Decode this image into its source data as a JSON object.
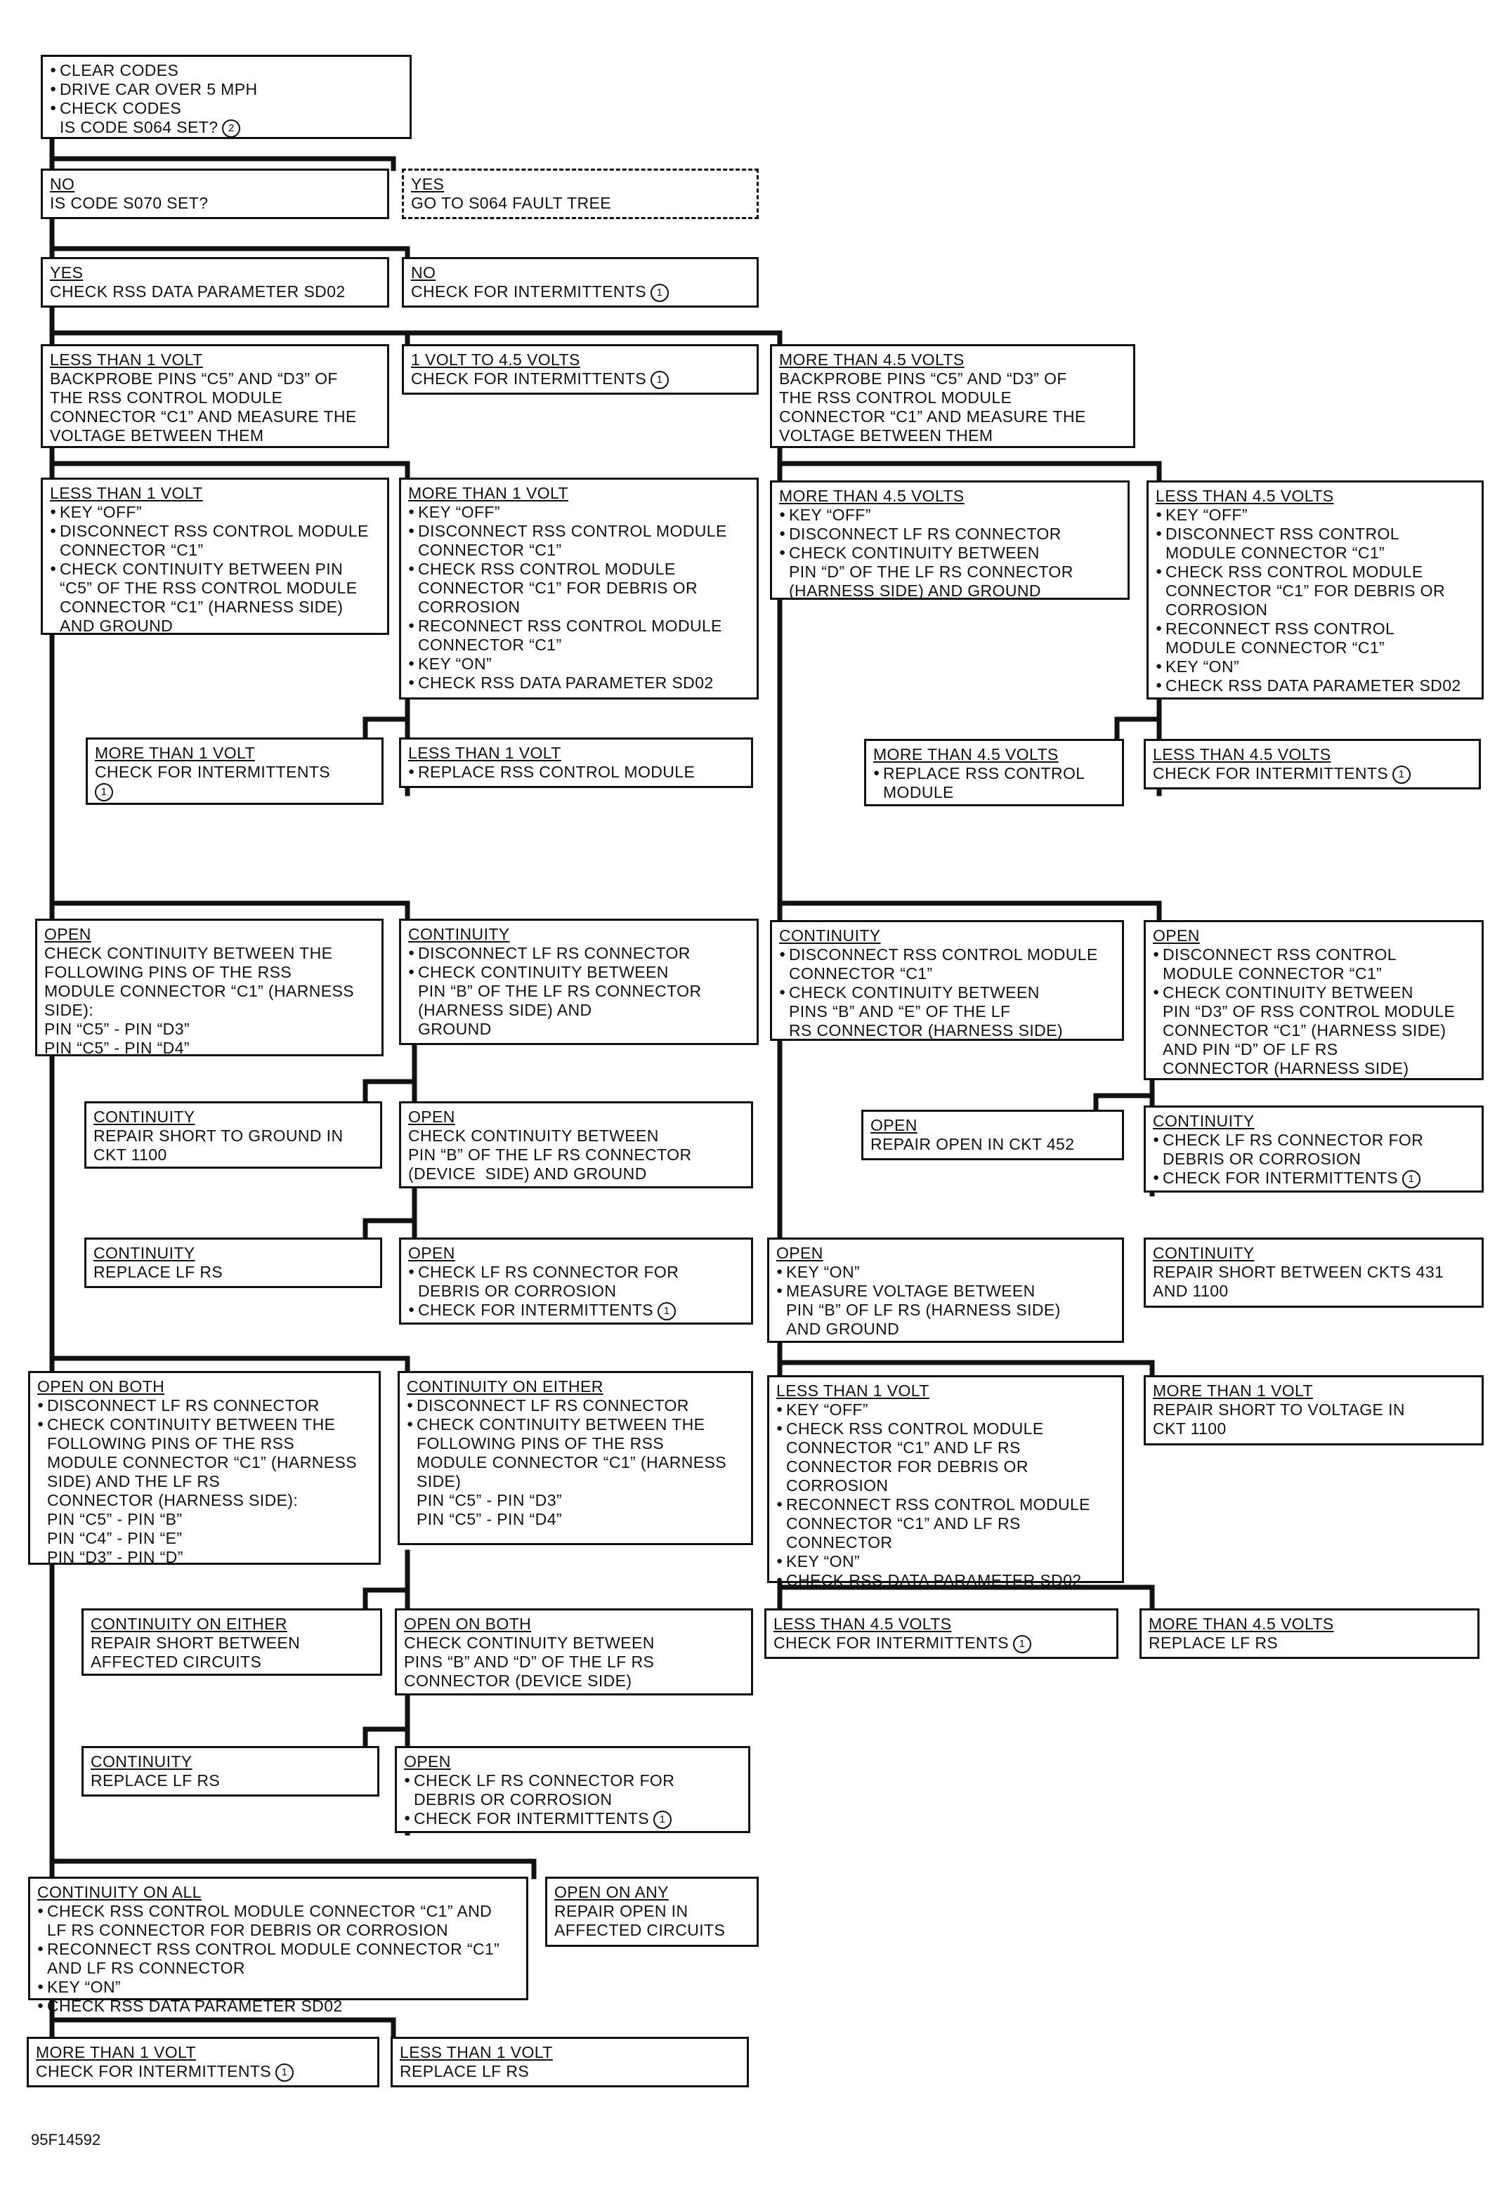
{
  "boxes": {
    "b1": {
      "bul": [
        "CLEAR CODES",
        "DRIVE CAR OVER 5 MPH",
        "CHECK CODES"
      ],
      "tail": "IS CODE S064 SET?",
      "tail_ref": "2"
    },
    "b2": {
      "hd": "NO",
      "lines": [
        "IS CODE S070 SET?"
      ]
    },
    "b3": {
      "hd": "YES",
      "lines": [
        "GO TO S064 FAULT TREE"
      ]
    },
    "b4": {
      "hd": "YES",
      "lines": [
        "CHECK RSS DATA PARAMETER SD02"
      ]
    },
    "b5": {
      "hd": "NO",
      "lines": [
        "CHECK FOR INTERMITTENTS"
      ],
      "ref": "1"
    },
    "b6": {
      "hd": "LESS THAN 1 VOLT",
      "lines": [
        "BACKPROBE PINS “C5” AND “D3” OF",
        "THE RSS CONTROL MODULE",
        "CONNECTOR “C1” AND MEASURE THE",
        "VOLTAGE BETWEEN THEM"
      ]
    },
    "b7": {
      "hd": "1 VOLT TO 4.5 VOLTS",
      "lines": [
        "CHECK FOR INTERMITTENTS"
      ],
      "ref": "1"
    },
    "b8": {
      "hd": "MORE THAN 4.5 VOLTS",
      "lines": [
        "BACKPROBE PINS “C5” AND “D3” OF",
        "THE RSS CONTROL MODULE",
        "CONNECTOR “C1” AND MEASURE THE",
        "VOLTAGE BETWEEN THEM"
      ]
    },
    "b9": {
      "hd": "LESS THAN 1 VOLT",
      "bul": [
        "KEY “OFF”",
        "DISCONNECT RSS CONTROL MODULE\nCONNECTOR “C1”",
        "CHECK CONTINUITY BETWEEN PIN\n“C5” OF THE RSS CONTROL MODULE\nCONNECTOR “C1” (HARNESS SIDE)\nAND GROUND"
      ]
    },
    "b10": {
      "hd": "MORE THAN 1 VOLT",
      "bul": [
        "KEY “OFF”",
        "DISCONNECT RSS CONTROL MODULE\nCONNECTOR “C1”",
        "CHECK RSS CONTROL MODULE\nCONNECTOR “C1” FOR DEBRIS OR\nCORROSION",
        "RECONNECT RSS CONTROL MODULE\nCONNECTOR “C1”",
        "KEY “ON”",
        "CHECK RSS DATA PARAMETER SD02"
      ]
    },
    "b11": {
      "hd": "MORE THAN 4.5 VOLTS",
      "bul": [
        "KEY “OFF”",
        "DISCONNECT LF RS CONNECTOR",
        "CHECK CONTINUITY BETWEEN\nPIN “D” OF THE LF RS CONNECTOR\n(HARNESS SIDE) AND GROUND"
      ]
    },
    "b12": {
      "hd": "LESS THAN 4.5 VOLTS",
      "bul": [
        "KEY “OFF”",
        "DISCONNECT RSS CONTROL\nMODULE CONNECTOR “C1”",
        "CHECK RSS CONTROL MODULE\nCONNECTOR “C1” FOR DEBRIS OR\nCORROSION",
        "RECONNECT RSS CONTROL\nMODULE CONNECTOR “C1”",
        "KEY “ON”",
        "CHECK RSS DATA PARAMETER SD02"
      ]
    },
    "b13": {
      "hd": "MORE THAN 1 VOLT",
      "lines": [
        "CHECK FOR INTERMITTENTS"
      ],
      "ref": "1"
    },
    "b14": {
      "hd": "LESS THAN 1 VOLT",
      "bul": [
        "REPLACE RSS CONTROL MODULE"
      ]
    },
    "b15": {
      "hd": "MORE THAN 4.5 VOLTS",
      "bul": [
        "REPLACE RSS CONTROL\nMODULE"
      ]
    },
    "b16": {
      "hd": "LESS THAN 4.5 VOLTS",
      "lines": [
        "CHECK FOR INTERMITTENTS"
      ],
      "ref": "1"
    },
    "b17": {
      "hd": "OPEN",
      "lines": [
        "CHECK CONTINUITY BETWEEN THE",
        "FOLLOWING PINS OF THE RSS",
        "MODULE CONNECTOR “C1” (HARNESS",
        "SIDE):",
        "PIN “C5” - PIN “D3”",
        "PIN “C5” - PIN “D4”"
      ]
    },
    "b18": {
      "hd": "CONTINUITY",
      "bul": [
        "DISCONNECT LF RS CONNECTOR",
        "CHECK CONTINUITY BETWEEN\nPIN “B” OF THE LF RS CONNECTOR\n(HARNESS SIDE) AND\nGROUND"
      ]
    },
    "b19": {
      "hd": "CONTINUITY",
      "bul": [
        "DISCONNECT RSS CONTROL MODULE\nCONNECTOR “C1”",
        "CHECK CONTINUITY BETWEEN\nPINS “B” AND “E” OF THE LF\nRS CONNECTOR (HARNESS SIDE)"
      ]
    },
    "b20": {
      "hd": "OPEN",
      "bul": [
        "DISCONNECT RSS CONTROL\nMODULE CONNECTOR “C1”",
        "CHECK CONTINUITY BETWEEN\nPIN “D3” OF RSS CONTROL MODULE\nCONNECTOR “C1” (HARNESS SIDE)\nAND PIN “D” OF LF RS\nCONNECTOR (HARNESS SIDE)"
      ]
    },
    "b21": {
      "hd": "CONTINUITY",
      "lines": [
        "REPAIR SHORT TO GROUND IN",
        "CKT 1100"
      ]
    },
    "b22": {
      "hd": "OPEN",
      "lines": [
        "CHECK CONTINUITY BETWEEN",
        "PIN “B” OF THE LF RS CONNECTOR",
        "(DEVICE  SIDE) AND GROUND"
      ]
    },
    "b23": {
      "hd": "OPEN",
      "lines": [
        "REPAIR OPEN IN CKT 452"
      ]
    },
    "b24": {
      "hd": "CONTINUITY",
      "bul": [
        "CHECK LF RS CONNECTOR FOR\nDEBRIS OR CORROSION",
        "CHECK FOR INTERMITTENTS"
      ],
      "bul_ref": "1"
    },
    "b25": {
      "hd": "CONTINUITY",
      "lines": [
        "REPLACE LF RS"
      ]
    },
    "b26": {
      "hd": "OPEN",
      "bul": [
        "CHECK LF RS CONNECTOR FOR\nDEBRIS OR CORROSION",
        "CHECK FOR INTERMITTENTS"
      ],
      "bul_ref": "1"
    },
    "b27": {
      "hd": "OPEN",
      "bul": [
        "KEY “ON”",
        "MEASURE VOLTAGE BETWEEN\nPIN “B” OF LF RS (HARNESS SIDE)\nAND GROUND"
      ]
    },
    "b28": {
      "hd": "CONTINUITY",
      "lines": [
        "REPAIR SHORT BETWEEN CKTS 431",
        "AND 1100"
      ]
    },
    "b29": {
      "hd": "OPEN ON BOTH",
      "bul": [
        "DISCONNECT LF RS CONNECTOR",
        "CHECK CONTINUITY BETWEEN THE\nFOLLOWING PINS OF THE RSS\nMODULE CONNECTOR “C1” (HARNESS\nSIDE) AND THE LF RS\nCONNECTOR (HARNESS SIDE):\nPIN “C5” - PIN “B”\nPIN “C4” - PIN “E”\nPIN “D3” - PIN “D”"
      ]
    },
    "b30": {
      "hd": "CONTINUITY ON EITHER",
      "bul": [
        "DISCONNECT LF RS CONNECTOR",
        "CHECK CONTINUITY BETWEEN THE\nFOLLOWING PINS OF THE RSS\nMODULE CONNECTOR “C1” (HARNESS\nSIDE)\nPIN “C5” - PIN “D3”\nPIN “C5” - PIN “D4”"
      ]
    },
    "b31": {
      "hd": "LESS THAN 1 VOLT",
      "bul": [
        "KEY “OFF”",
        "CHECK RSS CONTROL MODULE\nCONNECTOR “C1” AND LF RS\nCONNECTOR FOR DEBRIS OR\nCORROSION",
        "RECONNECT RSS CONTROL MODULE\nCONNECTOR “C1” AND LF RS\nCONNECTOR",
        "KEY “ON”",
        "CHECK RSS DATA PARAMETER SD02"
      ]
    },
    "b32": {
      "hd": "MORE THAN 1 VOLT",
      "lines": [
        "REPAIR SHORT TO VOLTAGE IN",
        "CKT 1100"
      ]
    },
    "b33": {
      "hd": "CONTINUITY ON EITHER",
      "lines": [
        "REPAIR SHORT BETWEEN",
        "AFFECTED CIRCUITS"
      ]
    },
    "b34": {
      "hd": "OPEN ON BOTH",
      "lines": [
        "CHECK CONTINUITY BETWEEN",
        "PINS “B” AND “D” OF THE LF RS",
        "CONNECTOR (DEVICE SIDE)"
      ]
    },
    "b35": {
      "hd": "LESS THAN 4.5 VOLTS",
      "lines": [
        "CHECK FOR INTERMITTENTS"
      ],
      "ref": "1"
    },
    "b36": {
      "hd": "MORE THAN 4.5 VOLTS",
      "lines": [
        "REPLACE LF RS"
      ]
    },
    "b37": {
      "hd": "CONTINUITY",
      "lines": [
        "REPLACE LF RS"
      ]
    },
    "b38": {
      "hd": "OPEN",
      "bul": [
        "CHECK LF RS CONNECTOR FOR\nDEBRIS OR CORROSION",
        "CHECK FOR INTERMITTENTS"
      ],
      "bul_ref": "1"
    },
    "b39": {
      "hd": "CONTINUITY ON ALL",
      "bul": [
        "CHECK RSS CONTROL MODULE CONNECTOR “C1” AND\nLF RS CONNECTOR FOR DEBRIS OR CORROSION",
        "RECONNECT RSS CONTROL MODULE CONNECTOR “C1”\nAND LF RS CONNECTOR",
        "KEY “ON”",
        "CHECK RSS DATA PARAMETER SD02"
      ]
    },
    "b40": {
      "hd": "OPEN ON ANY",
      "lines": [
        "REPAIR OPEN IN",
        "AFFECTED CIRCUITS"
      ]
    },
    "b41": {
      "hd": "MORE THAN 1 VOLT",
      "lines": [
        "CHECK FOR INTERMITTENTS"
      ],
      "ref": "1"
    },
    "b42": {
      "hd": "LESS THAN 1 VOLT",
      "lines": [
        "REPLACE LF RS"
      ]
    }
  },
  "figure_id": "95F14592"
}
